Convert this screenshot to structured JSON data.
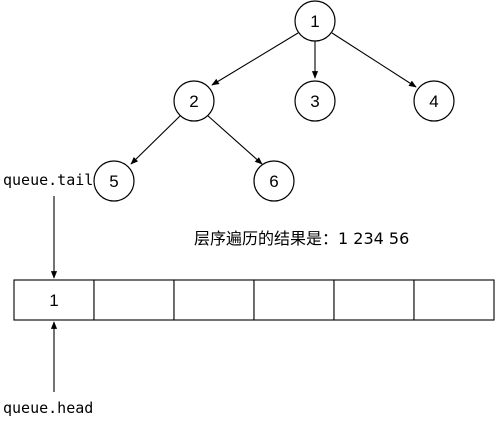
{
  "tree": {
    "nodes": [
      {
        "id": "n1",
        "label": "1"
      },
      {
        "id": "n2",
        "label": "2"
      },
      {
        "id": "n3",
        "label": "3"
      },
      {
        "id": "n4",
        "label": "4"
      },
      {
        "id": "n5",
        "label": "5"
      },
      {
        "id": "n6",
        "label": "6"
      }
    ],
    "edges": [
      {
        "from": "n1",
        "to": "n2"
      },
      {
        "from": "n1",
        "to": "n3"
      },
      {
        "from": "n1",
        "to": "n4"
      },
      {
        "from": "n2",
        "to": "n5"
      },
      {
        "from": "n2",
        "to": "n6"
      }
    ]
  },
  "caption": "层序遍历的结果是：1 234 56",
  "queue": {
    "cells": [
      "1",
      "",
      "",
      "",
      "",
      ""
    ],
    "tail_label": "queue.tail",
    "head_label": "queue.head"
  }
}
